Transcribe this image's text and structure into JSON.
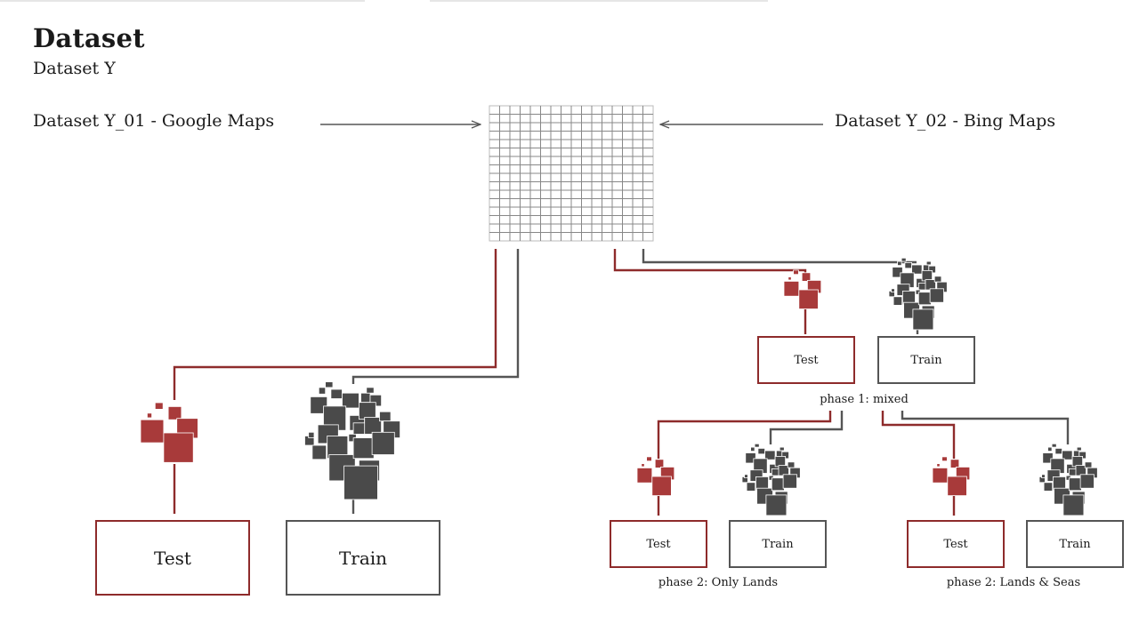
{
  "header": {
    "title": "Dataset",
    "subtitle": "Dataset Y"
  },
  "sources": {
    "left": "Dataset Y_01 - Google Maps",
    "right": "Dataset Y_02 - Bing Maps"
  },
  "grid": {
    "rows": 16,
    "cols": 16,
    "icon": "grid-image-icon"
  },
  "colors": {
    "test": "#a83a3a",
    "test_line": "#8e2b2b",
    "train": "#4a4a4a",
    "train_line": "#555555",
    "grid": "#888888"
  },
  "icons": {
    "test": "test-samples-icon",
    "train": "train-samples-icon"
  },
  "left_split": {
    "test_label": "Test",
    "train_label": "Train"
  },
  "phase1": {
    "test_label": "Test",
    "train_label": "Train",
    "caption": "phase 1: mixed"
  },
  "phase2_lands": {
    "test_label": "Test",
    "train_label": "Train",
    "caption": "phase 2: Only Lands"
  },
  "phase2_seas": {
    "test_label": "Test",
    "train_label": "Train",
    "caption": "phase 2: Lands & Seas"
  }
}
